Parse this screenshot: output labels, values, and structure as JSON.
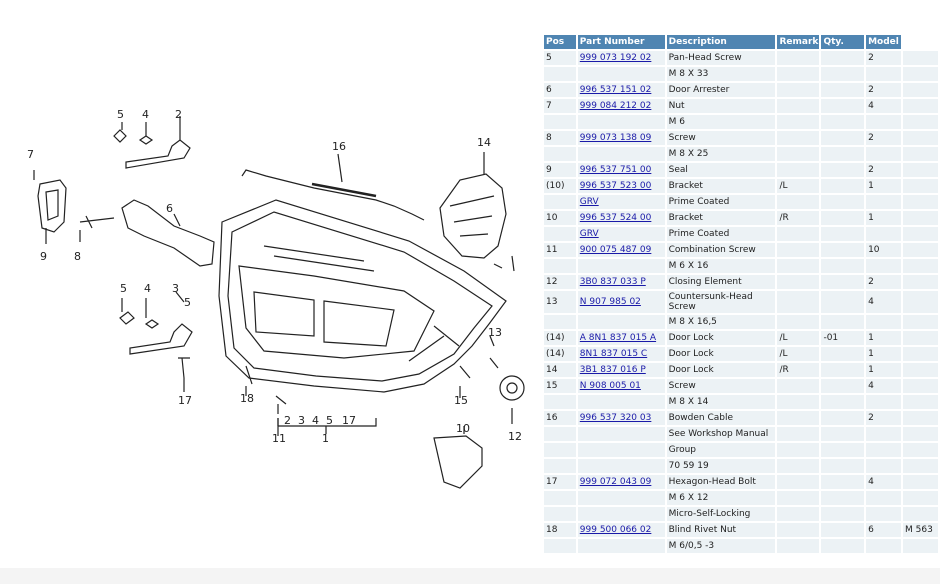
{
  "diagram": {
    "callouts": [
      "7",
      "9",
      "8",
      "5",
      "4",
      "2",
      "6",
      "5",
      "4",
      "3",
      "5",
      "17",
      "16",
      "14",
      "18",
      "2",
      "3",
      "4",
      "5",
      "17",
      "1",
      "11",
      "15",
      "13",
      "10",
      "12"
    ]
  },
  "table": {
    "headers": [
      "Pos",
      "Part Number",
      "Description",
      "Remark",
      "Qty.",
      "Model",
      ""
    ],
    "rows": [
      [
        "5",
        "999 073 192 02",
        "Pan-Head Screw",
        "",
        "",
        "2",
        ""
      ],
      [
        "",
        "",
        "M 8 X 33",
        "",
        "",
        "",
        ""
      ],
      [
        "6",
        "996 537 151 02",
        "Door Arrester",
        "",
        "",
        "2",
        ""
      ],
      [
        "7",
        "999 084 212 02",
        "Nut",
        "",
        "",
        "4",
        ""
      ],
      [
        "",
        "",
        "M 6",
        "",
        "",
        "",
        ""
      ],
      [
        "8",
        "999 073 138 09",
        "Screw",
        "",
        "",
        "2",
        ""
      ],
      [
        "",
        "",
        "M 8 X 25",
        "",
        "",
        "",
        ""
      ],
      [
        "9",
        "996 537 751 00",
        "Seal",
        "",
        "",
        "2",
        ""
      ],
      [
        "(10)",
        "996 537 523 00",
        "Bracket",
        "/L",
        "",
        "1",
        ""
      ],
      [
        "",
        "GRV",
        "Prime Coated",
        "",
        "",
        "",
        ""
      ],
      [
        "10",
        "996 537 524 00",
        "Bracket",
        "/R",
        "",
        "1",
        ""
      ],
      [
        "",
        "GRV",
        "Prime Coated",
        "",
        "",
        "",
        ""
      ],
      [
        "11",
        "900 075 487 09",
        "Combination Screw",
        "",
        "",
        "10",
        ""
      ],
      [
        "",
        "",
        "M 6 X 16",
        "",
        "",
        "",
        ""
      ],
      [
        "12",
        "3B0 837 033 P",
        "Closing Element",
        "",
        "",
        "2",
        ""
      ],
      [
        "13",
        "N 907 985 02",
        "Countersunk-Head Screw",
        "",
        "",
        "4",
        ""
      ],
      [
        "",
        "",
        "M 8 X 16,5",
        "",
        "",
        "",
        ""
      ],
      [
        "(14)",
        "A 8N1 837 015 A",
        "Door Lock",
        "/L",
        "-01",
        "1",
        ""
      ],
      [
        "(14)",
        "8N1 837 015 C",
        "Door Lock",
        "/L",
        "",
        "1",
        ""
      ],
      [
        "14",
        "3B1 837 016 P",
        "Door Lock",
        "/R",
        "",
        "1",
        ""
      ],
      [
        "15",
        "N 908 005 01",
        "Screw",
        "",
        "",
        "4",
        ""
      ],
      [
        "",
        "",
        "M 8 X 14",
        "",
        "",
        "",
        ""
      ],
      [
        "16",
        "996 537 320 03",
        "Bowden Cable",
        "",
        "",
        "2",
        ""
      ],
      [
        "",
        "",
        "See Workshop Manual",
        "",
        "",
        "",
        ""
      ],
      [
        "",
        "",
        "Group",
        "",
        "",
        "",
        ""
      ],
      [
        "",
        "",
        "70 59 19",
        "",
        "",
        "",
        ""
      ],
      [
        "17",
        "999 072 043 09",
        "Hexagon-Head Bolt",
        "",
        "",
        "4",
        ""
      ],
      [
        "",
        "",
        "M 6 X 12",
        "",
        "",
        "",
        ""
      ],
      [
        "",
        "",
        "Micro-Self-Locking",
        "",
        "",
        "",
        ""
      ],
      [
        "18",
        "999 500 066 02",
        "Blind Rivet Nut",
        "",
        "",
        "6",
        "M 563"
      ],
      [
        "",
        "",
        "M 6/0,5 -3",
        "",
        "",
        "",
        ""
      ]
    ]
  }
}
